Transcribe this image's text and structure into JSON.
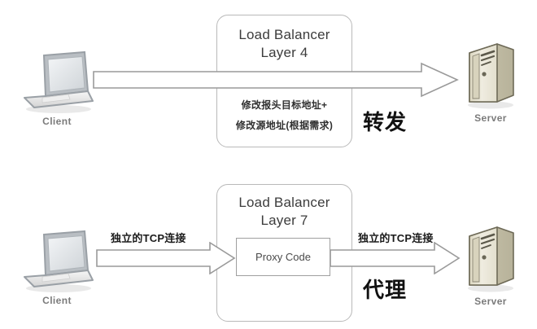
{
  "diagram": {
    "title_semantic": "load-balancer-layer4-vs-layer7",
    "colors": {
      "box_border": "#b9b9b9",
      "proxy_border": "#9f9f9f",
      "arrow_stroke": "#8f8f8f",
      "arrow_fill": "#ffffff",
      "caption_gray": "#7b7b7b",
      "text_dark": "#3c3c3c",
      "background": "#ffffff",
      "server_body": "#e8e4d2",
      "laptop_body": "#dcdcdc"
    },
    "rows": [
      {
        "id": "layer4",
        "lb_title_line1": "Load Balancer",
        "lb_title_line2": "Layer 4",
        "note_line1": "修改报头目标地址+",
        "note_line2": "修改源地址(根据需求)",
        "mode_label": "转发",
        "client_caption": "Client",
        "server_caption": "Server",
        "client_icon": "laptop-icon",
        "server_icon": "server-tower-icon",
        "arrow_icon": "block-arrow-right-icon",
        "arrow_count": 1,
        "arrow_labels": []
      },
      {
        "id": "layer7",
        "lb_title_line1": "Load Balancer",
        "lb_title_line2": "Layer 7",
        "inner_box_label": "Proxy Code",
        "mode_label": "代理",
        "client_caption": "Client",
        "server_caption": "Server",
        "client_icon": "laptop-icon",
        "server_icon": "server-tower-icon",
        "arrow_icon": "block-arrow-right-icon",
        "arrow_count": 2,
        "arrow_labels": [
          "独立的TCP连接",
          "独立的TCP连接"
        ]
      }
    ]
  }
}
